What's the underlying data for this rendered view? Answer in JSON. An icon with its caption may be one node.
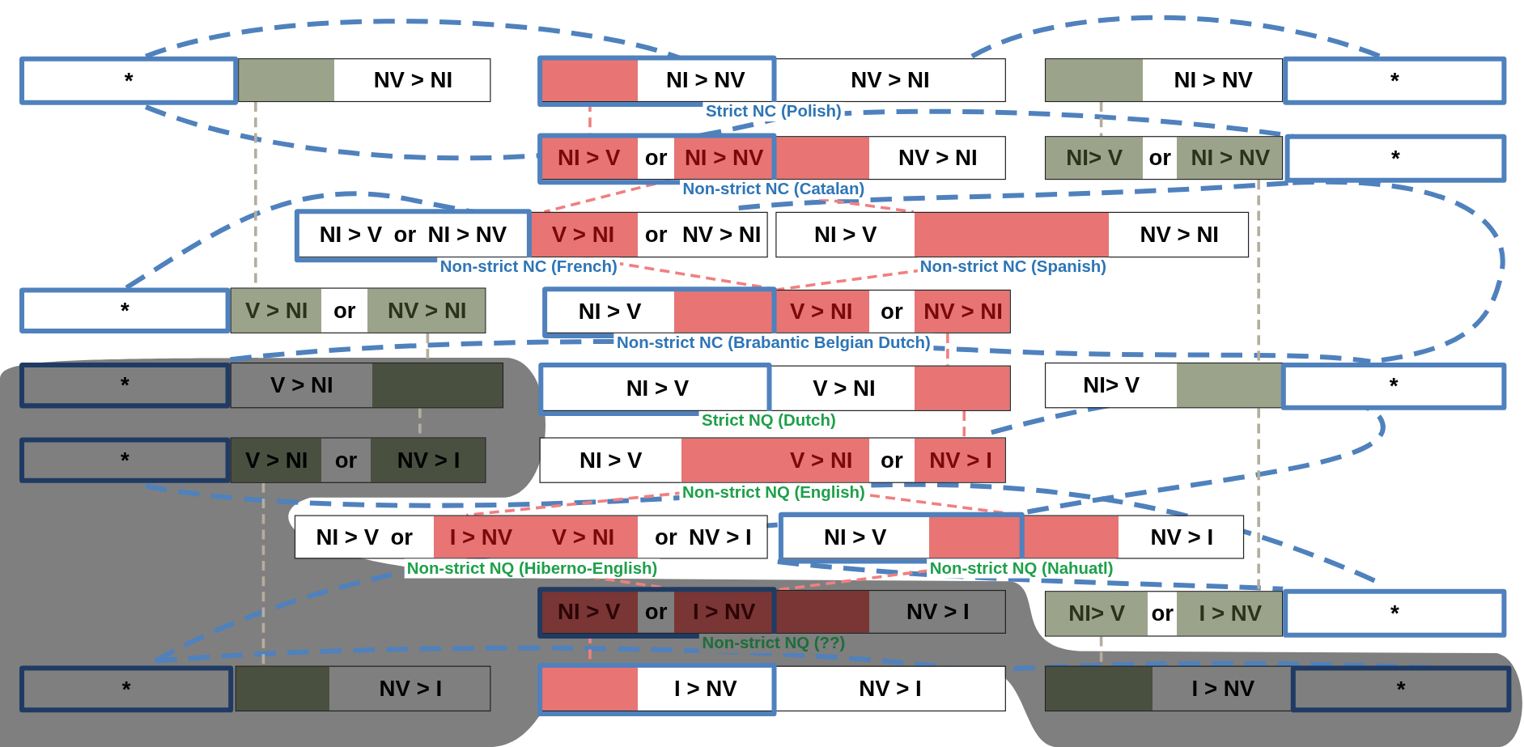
{
  "diagram": {
    "nodes": [
      {
        "text": [
          "*"
        ]
      },
      {
        "text": [
          "NV > NI"
        ]
      },
      {
        "text": [
          "NI > NV",
          "NV > NI"
        ],
        "beside": [
          "Strict NC (Polish)"
        ]
      },
      {
        "text": [
          "NI > NV"
        ]
      },
      {
        "text": [
          "*"
        ]
      },
      {
        "text": [
          "NI > V",
          "or",
          "NI > NV",
          "NV > NI"
        ],
        "beside": [
          "Non-strict NC (Catalan)"
        ]
      },
      {
        "text": [
          "NI> V",
          "or",
          "NI > NV"
        ]
      },
      {
        "text": [
          "*"
        ]
      },
      {
        "text": [
          "NI > V",
          "or",
          "NI > NV",
          "V > NI",
          "or",
          "NV > NI"
        ],
        "beside": [
          "Non-strict NC (French)"
        ]
      },
      {
        "text": [
          "NI > V",
          "NV > NI"
        ],
        "beside": [
          "Non-strict NC (Spanish)"
        ]
      },
      {
        "text": [
          "*"
        ]
      },
      {
        "text": [
          "V > NI",
          "or",
          "NV > NI"
        ]
      },
      {
        "text": [
          "NI > V",
          "V > NI",
          "or",
          "NV > NI"
        ],
        "beside": [
          "Non-strict NC (Brabantic Belgian Dutch)"
        ]
      },
      {
        "text": [
          "*"
        ]
      },
      {
        "text": [
          "V > NI"
        ]
      },
      {
        "text": [
          "NI > V",
          "V > NI"
        ],
        "beside": [
          "Strict NQ (Dutch)"
        ]
      },
      {
        "text": [
          "NI> V"
        ]
      },
      {
        "text": [
          "*"
        ]
      },
      {
        "text": [
          "*"
        ]
      },
      {
        "text": [
          "V > NI",
          "or",
          "NV > I"
        ]
      },
      {
        "text": [
          "NI > V",
          "V > NI",
          "or",
          "NV > I"
        ],
        "beside": [
          "Non-strict NQ (English)"
        ]
      },
      {
        "text": [
          "NI > V",
          "or",
          "I > NV",
          "V > NI",
          "or",
          "NV > I"
        ],
        "beside": [
          "Non-strict NQ (Hiberno-English)"
        ]
      },
      {
        "text": [
          "NI > V",
          "NV > I"
        ],
        "beside": [
          "Non-strict NQ (Nahuatl)"
        ]
      },
      {
        "text": [
          "NI > V",
          "or",
          "I > NV",
          "NV > I"
        ],
        "beside": [
          "Non-strict NQ (??)"
        ]
      },
      {
        "text": [
          "NI> V",
          "or",
          "I > NV"
        ]
      },
      {
        "text": [
          "*"
        ]
      },
      {
        "text": [
          "*"
        ]
      },
      {
        "text": [
          "NV > I"
        ]
      },
      {
        "text": [
          "I > NV",
          "NV > I"
        ]
      },
      {
        "text": [
          "I > NV"
        ]
      },
      {
        "text": [
          "*"
        ]
      }
    ],
    "edges": [
      {
        "from": 1,
        "to": 11,
        "arrow": "none",
        "style": "dashed",
        "color": "#b5ad9e"
      },
      {
        "from": 11,
        "to": 14,
        "arrow": "none",
        "style": "dashed",
        "color": "#b5ad9e"
      },
      {
        "from": 14,
        "to": 19,
        "arrow": "none",
        "style": "dashed",
        "color": "#b5ad9e"
      },
      {
        "from": 19,
        "to": 27,
        "arrow": "none",
        "style": "dashed",
        "color": "#b5ad9e"
      },
      {
        "from": 3,
        "to": 6,
        "arrow": "none",
        "style": "dashed",
        "color": "#b5ad9e"
      },
      {
        "from": 6,
        "to": 16,
        "arrow": "none",
        "style": "dashed",
        "color": "#b5ad9e"
      },
      {
        "from": 16,
        "to": 24,
        "arrow": "none",
        "style": "dashed",
        "color": "#b5ad9e"
      },
      {
        "from": 24,
        "to": 29,
        "arrow": "none",
        "style": "dashed",
        "color": "#b5ad9e"
      },
      {
        "from": 2,
        "to": 5,
        "arrow": "none",
        "style": "dashed"
      },
      {
        "from": 5,
        "to": 8,
        "arrow": "none",
        "style": "dashed"
      },
      {
        "from": 5,
        "to": 9,
        "arrow": "none",
        "style": "dashed"
      },
      {
        "from": 8,
        "to": 12,
        "arrow": "none",
        "style": "dashed"
      },
      {
        "from": 9,
        "to": 12,
        "arrow": "none",
        "style": "dashed"
      },
      {
        "from": 12,
        "to": 15,
        "arrow": "none",
        "style": "dashed"
      },
      {
        "from": 15,
        "to": 20,
        "arrow": "none",
        "style": "dashed"
      },
      {
        "from": 20,
        "to": 21,
        "arrow": "none",
        "style": "dashed"
      },
      {
        "from": 20,
        "to": 22,
        "arrow": "none",
        "style": "dashed"
      },
      {
        "from": 21,
        "to": 23,
        "arrow": "none",
        "style": "dashed"
      },
      {
        "from": 22,
        "to": 23,
        "arrow": "none",
        "style": "dashed"
      },
      {
        "from": 23,
        "to": 28,
        "arrow": "none",
        "style": "dashed"
      }
    ]
  }
}
